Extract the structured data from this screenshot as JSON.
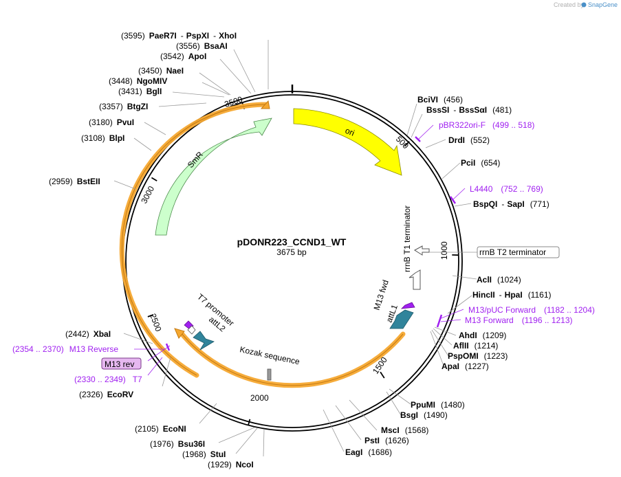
{
  "credit": {
    "prefix": "Created by",
    "brand": "SnapGene"
  },
  "plasmid": {
    "name": "pDONR223_CCND1_WT",
    "size_label": "3675 bp",
    "length": 3675
  },
  "ticks": [
    {
      "bp": 500,
      "label": "500"
    },
    {
      "bp": 1000,
      "label": "1000"
    },
    {
      "bp": 1500,
      "label": "1500"
    },
    {
      "bp": 2000,
      "label": "2000"
    },
    {
      "bp": 2500,
      "label": "2500"
    },
    {
      "bp": 3000,
      "label": "3000"
    },
    {
      "bp": 3500,
      "label": "3500"
    }
  ],
  "features": [
    {
      "id": "ori",
      "label": "ori",
      "color": "#ffff00"
    },
    {
      "id": "smr",
      "label": "SmR",
      "color": "#ccffcc"
    },
    {
      "id": "rrnb-t1",
      "label": "rrnB T1 terminator",
      "color": "#ffffff"
    },
    {
      "id": "rrnb-t2",
      "label": "rrnB T2 terminator",
      "color": "#ffffff"
    },
    {
      "id": "attl1",
      "label": "attL1",
      "color": "#31849b"
    },
    {
      "id": "attl2",
      "label": "attL2",
      "color": "#31849b"
    },
    {
      "id": "t7-promoter",
      "label": "T7 promoter",
      "color": "#ffffff"
    },
    {
      "id": "m13-fwd",
      "label": "M13 fwd",
      "color": "#a020f0"
    },
    {
      "id": "kozak",
      "label": "Kozak sequence",
      "color": "#999999"
    },
    {
      "id": "cds-highlight",
      "color": "#f6a830"
    }
  ],
  "sites": [
    {
      "id": "paer7i",
      "enzymes": [
        "PaeR7I",
        "PspXI",
        "XhoI"
      ],
      "pos": "(3595)"
    },
    {
      "id": "bsaai",
      "enzymes": [
        "BsaAI"
      ],
      "pos": "(3556)"
    },
    {
      "id": "apoi",
      "enzymes": [
        "ApoI"
      ],
      "pos": "(3542)"
    },
    {
      "id": "naei",
      "enzymes": [
        "NaeI"
      ],
      "pos": "(3450)"
    },
    {
      "id": "ngomiv",
      "enzymes": [
        "NgoMIV"
      ],
      "pos": "(3448)"
    },
    {
      "id": "bgli",
      "enzymes": [
        "BglI"
      ],
      "pos": "(3431)"
    },
    {
      "id": "btgzi",
      "enzymes": [
        "BtgZI"
      ],
      "pos": "(3357)"
    },
    {
      "id": "pvui",
      "enzymes": [
        "PvuI"
      ],
      "pos": "(3180)"
    },
    {
      "id": "blpi",
      "enzymes": [
        "BlpI"
      ],
      "pos": "(3108)"
    },
    {
      "id": "bsteii",
      "enzymes": [
        "BstEII"
      ],
      "pos": "(2959)"
    },
    {
      "id": "xbai",
      "enzymes": [
        "XbaI"
      ],
      "pos": "(2442)"
    },
    {
      "id": "ecorv",
      "enzymes": [
        "EcoRV"
      ],
      "pos": "(2326)"
    },
    {
      "id": "econi",
      "enzymes": [
        "EcoNI"
      ],
      "pos": "(2105)"
    },
    {
      "id": "bsu36i",
      "enzymes": [
        "Bsu36I"
      ],
      "pos": "(1976)"
    },
    {
      "id": "stui",
      "enzymes": [
        "StuI"
      ],
      "pos": "(1968)"
    },
    {
      "id": "ncoi",
      "enzymes": [
        "NcoI"
      ],
      "pos": "(1929)"
    },
    {
      "id": "bcivi",
      "enzymes": [
        "BciVI"
      ],
      "pos": "(456)"
    },
    {
      "id": "bsssi",
      "enzymes": [
        "BssSI",
        "BssSαI"
      ],
      "pos": "(481)"
    },
    {
      "id": "drdi",
      "enzymes": [
        "DrdI"
      ],
      "pos": "(552)"
    },
    {
      "id": "pcii",
      "enzymes": [
        "PciI"
      ],
      "pos": "(654)"
    },
    {
      "id": "bspqi",
      "enzymes": [
        "BspQI",
        "SapI"
      ],
      "pos": "(771)"
    },
    {
      "id": "acli",
      "enzymes": [
        "AclI"
      ],
      "pos": "(1024)"
    },
    {
      "id": "hincii",
      "enzymes": [
        "HincII",
        "HpaI"
      ],
      "pos": "(1161)"
    },
    {
      "id": "ahdi",
      "enzymes": [
        "AhdI"
      ],
      "pos": "(1209)"
    },
    {
      "id": "aflii",
      "enzymes": [
        "AflII"
      ],
      "pos": "(1214)"
    },
    {
      "id": "pspomi",
      "enzymes": [
        "PspOMI"
      ],
      "pos": "(1223)"
    },
    {
      "id": "apai",
      "enzymes": [
        "ApaI"
      ],
      "pos": "(1227)"
    },
    {
      "id": "ppumi",
      "enzymes": [
        "PpuMI"
      ],
      "pos": "(1480)"
    },
    {
      "id": "bsgi",
      "enzymes": [
        "BsgI"
      ],
      "pos": "(1490)"
    },
    {
      "id": "msci",
      "enzymes": [
        "MscI"
      ],
      "pos": "(1568)"
    },
    {
      "id": "psti",
      "enzymes": [
        "PstI"
      ],
      "pos": "(1626)"
    },
    {
      "id": "eagi",
      "enzymes": [
        "EagI"
      ],
      "pos": "(1686)"
    }
  ],
  "primers": [
    {
      "id": "pbr322ori-f",
      "name": "pBR322ori-F",
      "range": "(499 .. 518)"
    },
    {
      "id": "l4440",
      "name": "L4440",
      "range": "(752 .. 769)"
    },
    {
      "id": "m13puc-forward",
      "name": "M13/pUC Forward",
      "range": "(1182 .. 1204)"
    },
    {
      "id": "m13-forward",
      "name": "M13 Forward",
      "range": "(1196 .. 1213)"
    },
    {
      "id": "m13-reverse",
      "name": "M13 Reverse",
      "range": "(2354 .. 2370)"
    },
    {
      "id": "m13-rev",
      "name": "M13 rev"
    },
    {
      "id": "t7",
      "name": "T7",
      "range": "(2330 .. 2349)"
    }
  ]
}
